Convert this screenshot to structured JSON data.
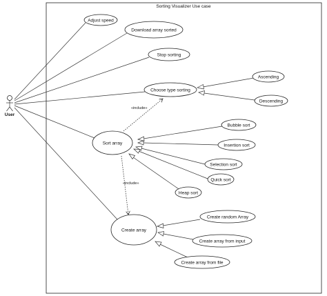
{
  "diagram": {
    "title": "Sorting Visualizer Use case",
    "actor": {
      "name": "User"
    },
    "use_cases": {
      "adjust_speed": "Adjust speed",
      "download": "Download array sorted",
      "stop": "Stop sorting",
      "choose_type": "Choose type sorting",
      "ascending": "Ascending",
      "descending": "Descending",
      "sort_array": "Sort array",
      "bubble": "Bubble sort",
      "insertion": "Insertion sort",
      "selection": "Selection sort",
      "quick": "Quick sort",
      "heap": "Heap sort",
      "create_array": "Create array",
      "create_random": "Create random Array",
      "create_input": "Create array from input",
      "create_file": "Create array from file"
    },
    "stereotypes": {
      "include_1": "«include»",
      "include_2": "«include»"
    }
  }
}
